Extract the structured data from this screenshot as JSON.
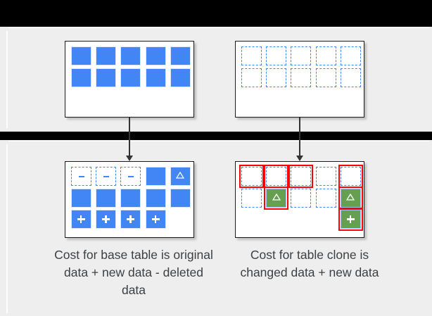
{
  "slide": {
    "background_color": "#EEEEEE",
    "bar_color": "#000000",
    "accent_blue": "#4285F4",
    "accent_green": "#64A04F",
    "accent_red": "#FF0000",
    "caption_color": "#3C4043"
  },
  "diagram": {
    "tables": [
      {
        "id": "table-base-top",
        "name": "base-table-before",
        "row_count": 2,
        "col_count": 5,
        "cells": [
          {
            "state": "filled",
            "glyph": ""
          },
          {
            "state": "filled",
            "glyph": ""
          },
          {
            "state": "filled",
            "glyph": ""
          },
          {
            "state": "filled",
            "glyph": ""
          },
          {
            "state": "filled",
            "glyph": ""
          },
          {
            "state": "filled",
            "glyph": ""
          },
          {
            "state": "filled",
            "glyph": ""
          },
          {
            "state": "filled",
            "glyph": ""
          },
          {
            "state": "filled",
            "glyph": ""
          },
          {
            "state": "filled",
            "glyph": ""
          }
        ]
      },
      {
        "id": "table-clone-top",
        "name": "table-clone-before",
        "row_count": 2,
        "col_count": 5,
        "cells": [
          {
            "state": "dashed",
            "glyph": ""
          },
          {
            "state": "dashed",
            "glyph": ""
          },
          {
            "state": "dashed",
            "glyph": ""
          },
          {
            "state": "dashed",
            "glyph": ""
          },
          {
            "state": "dashed",
            "glyph": ""
          },
          {
            "state": "dashed",
            "glyph": ""
          },
          {
            "state": "dashed",
            "glyph": ""
          },
          {
            "state": "dashed",
            "glyph": ""
          },
          {
            "state": "dashed",
            "glyph": ""
          },
          {
            "state": "dashed",
            "glyph": ""
          }
        ]
      },
      {
        "id": "table-base-bot",
        "name": "base-table-after",
        "row_count": 3,
        "col_count": 5,
        "cells": [
          {
            "state": "dashed",
            "glyph": "minus"
          },
          {
            "state": "dashed",
            "glyph": "minus"
          },
          {
            "state": "dashed",
            "glyph": "minus"
          },
          {
            "state": "filled",
            "glyph": ""
          },
          {
            "state": "filled",
            "glyph": "triangle"
          },
          {
            "state": "filled",
            "glyph": ""
          },
          {
            "state": "filled",
            "glyph": ""
          },
          {
            "state": "filled",
            "glyph": ""
          },
          {
            "state": "filled",
            "glyph": ""
          },
          {
            "state": "filled",
            "glyph": ""
          },
          {
            "state": "filled",
            "glyph": "plus"
          },
          {
            "state": "filled",
            "glyph": "plus"
          },
          {
            "state": "filled",
            "glyph": "plus"
          },
          {
            "state": "filled",
            "glyph": "plus"
          },
          {
            "state": "empty",
            "glyph": ""
          }
        ]
      },
      {
        "id": "table-clone-bot",
        "name": "table-clone-after",
        "row_count": 3,
        "col_count": 5,
        "cells": [
          {
            "state": "dashed",
            "glyph": "",
            "highlight": true
          },
          {
            "state": "dashed",
            "glyph": "",
            "highlight": true
          },
          {
            "state": "dashed",
            "glyph": "",
            "highlight": true
          },
          {
            "state": "dashed",
            "glyph": "",
            "highlight": false
          },
          {
            "state": "dashed",
            "glyph": "",
            "highlight": true
          },
          {
            "state": "dashed",
            "glyph": "",
            "highlight": false
          },
          {
            "state": "green",
            "glyph": "triangle",
            "highlight": true
          },
          {
            "state": "dashed",
            "glyph": "",
            "highlight": false
          },
          {
            "state": "dashed",
            "glyph": "",
            "highlight": false
          },
          {
            "state": "green",
            "glyph": "triangle",
            "highlight": true
          },
          {
            "state": "empty",
            "glyph": "",
            "highlight": false
          },
          {
            "state": "empty",
            "glyph": "",
            "highlight": false
          },
          {
            "state": "empty",
            "glyph": "",
            "highlight": false
          },
          {
            "state": "empty",
            "glyph": "",
            "highlight": false
          },
          {
            "state": "green",
            "glyph": "plus",
            "highlight": true
          }
        ]
      }
    ],
    "arrows": [
      {
        "name": "arrow-base-table",
        "direction": "down"
      },
      {
        "name": "arrow-table-clone",
        "direction": "down"
      }
    ]
  },
  "captions": {
    "base": "Cost for base table is original data + new data - deleted data",
    "clone": "Cost for table clone is changed data + new data"
  }
}
